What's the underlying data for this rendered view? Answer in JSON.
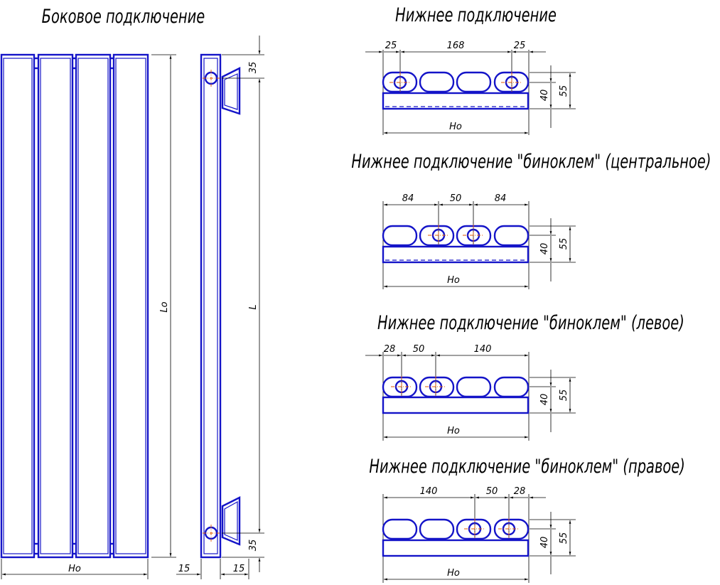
{
  "titles": {
    "side": "Боковое подключение",
    "bottom": "Нижнее подключение",
    "binoklem_central": "Нижнее подключение \"биноклем\" (центральное)",
    "binoklem_left": "Нижнее подключение \"биноклем\" (левое)",
    "binoklem_right": "Нижнее подключение \"биноклем\" (правое)"
  },
  "side_view": {
    "width_label": "Ho",
    "height_label": "Lo",
    "length_label": "L",
    "top_offset": "35",
    "bottom_offset": "35",
    "offset_left": "15",
    "offset_right": "15"
  },
  "bottom_view": {
    "dims": [
      "25",
      "168",
      "25"
    ],
    "height_inner": "40",
    "height_outer": "55",
    "width_label": "Ho"
  },
  "central_view": {
    "dims": [
      "84",
      "50",
      "84"
    ],
    "height_inner": "40",
    "height_outer": "55",
    "width_label": "Ho"
  },
  "left_view": {
    "dims": [
      "28",
      "50",
      "140"
    ],
    "height_inner": "40",
    "height_outer": "55",
    "width_label": "Ho"
  },
  "right_view": {
    "dims": [
      "140",
      "50",
      "28"
    ],
    "height_inner": "40",
    "height_outer": "55",
    "width_label": "Ho"
  },
  "colors": {
    "outline": "#1414c8",
    "centerline": "#e05a00",
    "dimension": "#000000"
  }
}
